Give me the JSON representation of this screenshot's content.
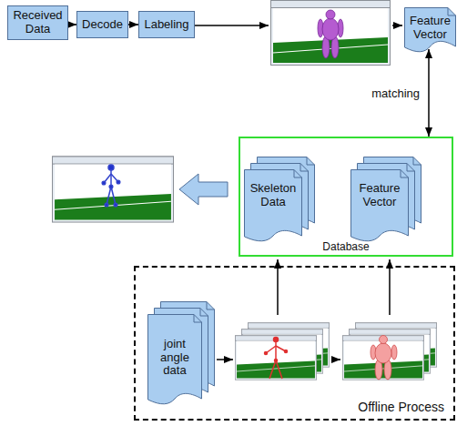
{
  "diagram": {
    "nodes": [
      {
        "text": [
          "Received Data"
        ]
      },
      {
        "text": [
          "Decode"
        ]
      },
      {
        "text": [
          "Labeling"
        ]
      },
      {
        "text": [
          "Feature Vector"
        ]
      },
      {
        "text": [
          "Database"
        ]
      },
      {
        "text": [
          "Skeleton Data"
        ],
        "in": 4
      },
      {
        "text": [
          "Feature Vector"
        ],
        "in": 4
      },
      {
        "text": [
          "Offline Process"
        ]
      },
      {
        "text": [
          "joint angle data"
        ],
        "in": 7
      }
    ],
    "edges": [
      {
        "from": 0,
        "to": 1,
        "arrow": "to"
      },
      {
        "from": 1,
        "to": 2,
        "arrow": "to"
      },
      {
        "from": 3,
        "to": 4,
        "label": "matching",
        "arrow": "both"
      }
    ]
  }
}
